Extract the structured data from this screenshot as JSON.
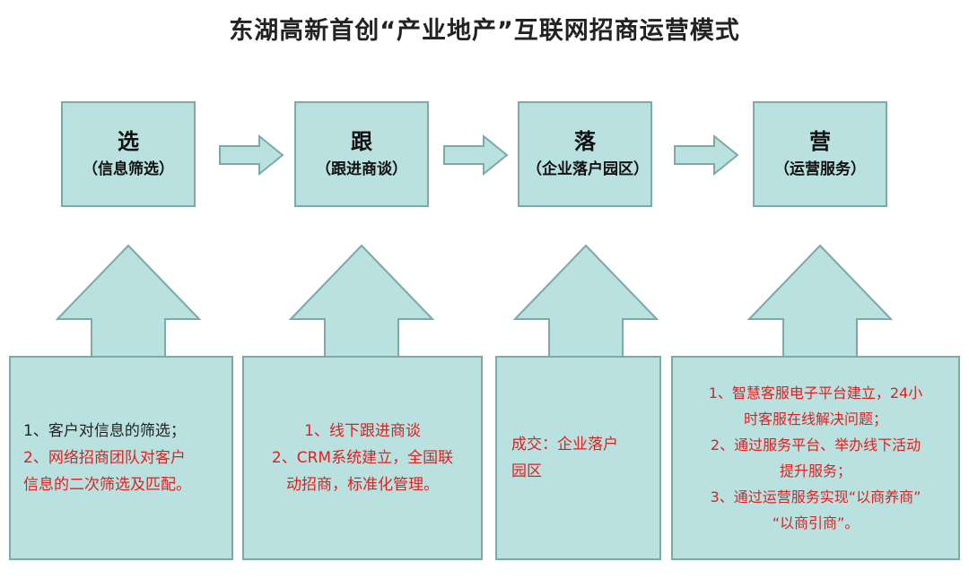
{
  "title": "东湖高新首创“产业地产”互联网招商运营模式",
  "stages": [
    {
      "main": "选",
      "sub": "（信息筛选）"
    },
    {
      "main": "跟",
      "sub": "（跟进商谈）"
    },
    {
      "main": "落",
      "sub": "（企业落户园区）"
    },
    {
      "main": "营",
      "sub": "（运营服务）"
    }
  ],
  "details": [
    {
      "lines": [
        "1、客户对信息的筛选；",
        "2、网络招商团队对客户",
        "信息的二次筛选及匹配。"
      ]
    },
    {
      "lines": [
        "1、线下跟进商谈",
        "2、CRM系统建立，全国联",
        "动招商，标准化管理。"
      ]
    },
    {
      "lines": [
        "成交：企业落户",
        "园区"
      ]
    },
    {
      "lines": [
        "1、智慧客服电子平台建立，24小",
        "时客服在线解决问题；",
        "2、通过服务平台、举办线下活动",
        "提升服务；",
        "3、通过运营服务实现“以商养商”",
        "“以商引商”。"
      ]
    }
  ],
  "colors": {
    "fill": "#b9e1e0",
    "border": "#7fa8a8",
    "highlight": "#e02020"
  }
}
